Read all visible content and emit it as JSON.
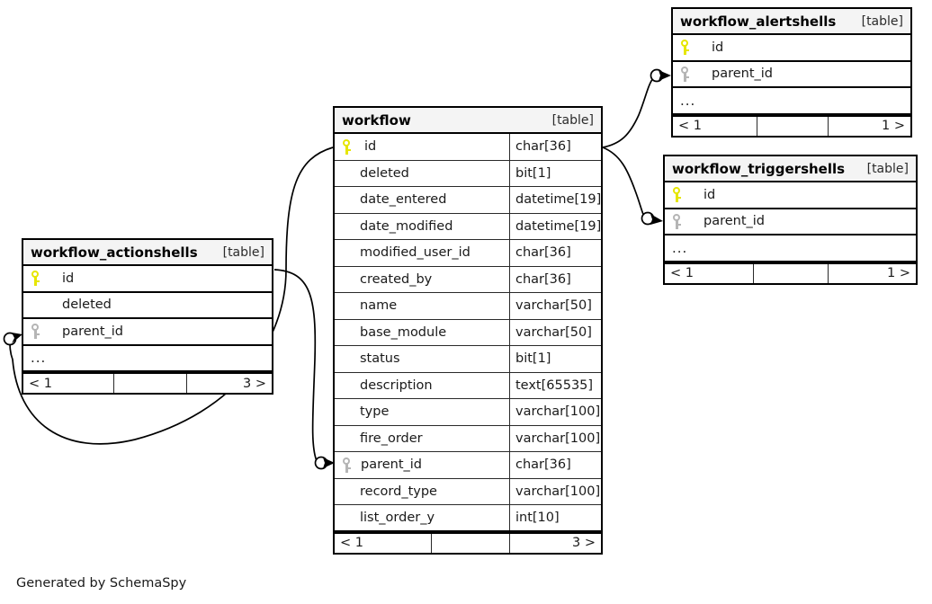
{
  "diagram": {
    "kind_label": "[table]",
    "dots_label": "...",
    "footer_note": "Generated by SchemaSpy",
    "colors": {
      "primary_key": "#e6e600",
      "foreign_key": "#b5b5b5",
      "header_bg": "#f4f4f4",
      "border": "#000000"
    }
  },
  "tables": {
    "workflow": {
      "name": "workflow",
      "kind": "[table]",
      "columns": [
        {
          "name": "id",
          "type": "char[36]",
          "key": "primary"
        },
        {
          "name": "deleted",
          "type": "bit[1]",
          "key": "none"
        },
        {
          "name": "date_entered",
          "type": "datetime[19]",
          "key": "none"
        },
        {
          "name": "date_modified",
          "type": "datetime[19]",
          "key": "none"
        },
        {
          "name": "modified_user_id",
          "type": "char[36]",
          "key": "none"
        },
        {
          "name": "created_by",
          "type": "char[36]",
          "key": "none"
        },
        {
          "name": "name",
          "type": "varchar[50]",
          "key": "none"
        },
        {
          "name": "base_module",
          "type": "varchar[50]",
          "key": "none"
        },
        {
          "name": "status",
          "type": "bit[1]",
          "key": "none"
        },
        {
          "name": "description",
          "type": "text[65535]",
          "key": "none"
        },
        {
          "name": "type",
          "type": "varchar[100]",
          "key": "none"
        },
        {
          "name": "fire_order",
          "type": "varchar[100]",
          "key": "none"
        },
        {
          "name": "parent_id",
          "type": "char[36]",
          "key": "foreign"
        },
        {
          "name": "record_type",
          "type": "varchar[100]",
          "key": "none"
        },
        {
          "name": "list_order_y",
          "type": "int[10]",
          "key": "none"
        }
      ],
      "footer": {
        "left": "< 1",
        "middle": "",
        "right": "3 >"
      }
    },
    "workflow_alertshells": {
      "name": "workflow_alertshells",
      "kind": "[table]",
      "columns": [
        {
          "name": "id",
          "type": "",
          "key": "primary"
        },
        {
          "name": "parent_id",
          "type": "",
          "key": "foreign"
        }
      ],
      "dots": "...",
      "footer": {
        "left": "< 1",
        "middle": "",
        "right": "1 >"
      }
    },
    "workflow_triggershells": {
      "name": "workflow_triggershells",
      "kind": "[table]",
      "columns": [
        {
          "name": "id",
          "type": "",
          "key": "primary"
        },
        {
          "name": "parent_id",
          "type": "",
          "key": "foreign"
        }
      ],
      "dots": "...",
      "footer": {
        "left": "< 1",
        "middle": "",
        "right": "1 >"
      }
    },
    "workflow_actionshells": {
      "name": "workflow_actionshells",
      "kind": "[table]",
      "columns": [
        {
          "name": "id",
          "type": "",
          "key": "primary"
        },
        {
          "name": "deleted",
          "type": "",
          "key": "none"
        },
        {
          "name": "parent_id",
          "type": "",
          "key": "foreign"
        }
      ],
      "dots": "...",
      "footer": {
        "left": "< 1",
        "middle": "",
        "right": "3 >"
      }
    }
  },
  "relationships": [
    {
      "from": "workflow.id",
      "to": "workflow_alertshells.parent_id"
    },
    {
      "from": "workflow.id",
      "to": "workflow_triggershells.parent_id"
    },
    {
      "from": "workflow.id",
      "to": "workflow_actionshells.parent_id"
    },
    {
      "from": "workflow.id",
      "to": "workflow.parent_id"
    }
  ]
}
